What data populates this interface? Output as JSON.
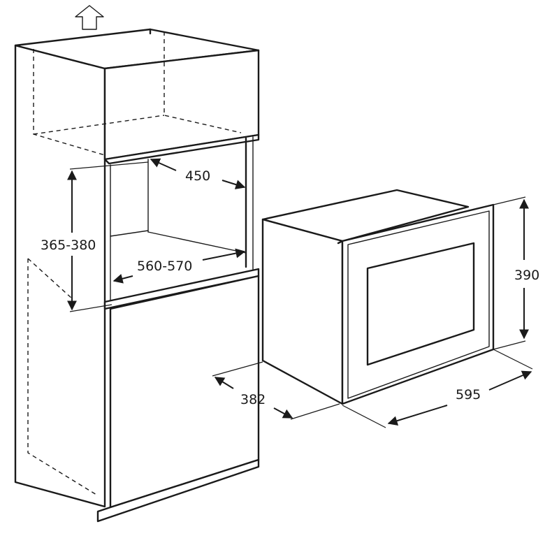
{
  "dimensions": {
    "niche_width": "450",
    "niche_height": "365-380",
    "niche_depth": "560-570",
    "appliance_height": "390",
    "appliance_width": "595",
    "appliance_depth": "382"
  },
  "icons": {
    "ventilation_arrow": "up-arrow-icon"
  },
  "colors": {
    "line": "#1a1a1a",
    "background": "#ffffff"
  }
}
